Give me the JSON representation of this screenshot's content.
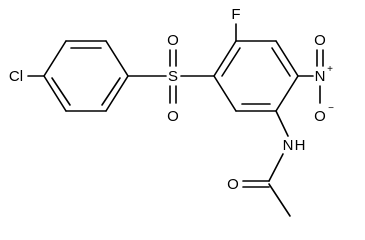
{
  "atoms": {
    "chlorine": "Cl",
    "sulfur": "S",
    "sulfonyl_oxygen_top": "O",
    "sulfonyl_oxygen_bottom": "O",
    "fluorine": "F",
    "nitro_nitrogen": "N",
    "nitro_nitrogen_charge": "+",
    "nitro_oxygen_double": "O",
    "nitro_oxygen_single": "O",
    "nitro_oxygen_charge": "−",
    "amide_nitrogen": "N",
    "amide_hydrogen": "H",
    "carbonyl_oxygen": "O"
  },
  "colors": {
    "bond": "#000000",
    "label": "#000000",
    "background": "#ffffff"
  }
}
